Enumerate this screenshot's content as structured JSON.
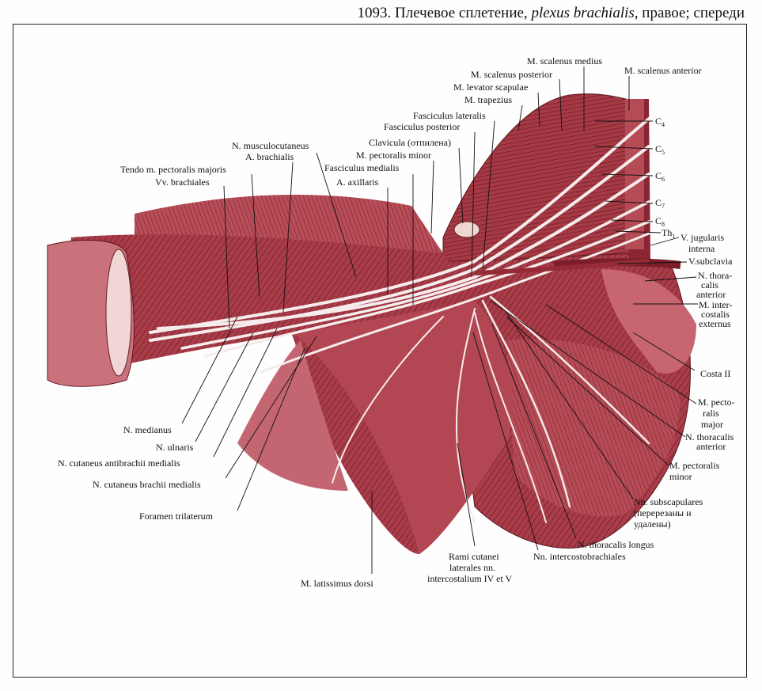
{
  "caption": {
    "number": "1093.",
    "title_ru": "Плечевое сплетение,",
    "title_latin": "plexus brachialis,",
    "suffix": "правое; спереди"
  },
  "labels": {
    "scalenus_medius": "M. scalenus medius",
    "scalenus_anterior": "M. scalenus anterior",
    "scalenus_posterior": "M. scalenus posterior",
    "levator_scapulae": "M. levator scapulae",
    "trapezius": "M. trapezius",
    "fasciculus_lateralis": "Fasciculus lateralis",
    "fasciculus_posterior": "Fasciculus posterior",
    "clavicula": "Clavicula (отпилена)",
    "pectoralis_minor_top": "M. pectoralis minor",
    "fasciculus_medialis": "Fasciculus medialis",
    "axillaris": "A. axillaris",
    "musculocutaneus": "N. musculocutaneus",
    "brachialis": "A. brachialis",
    "tendo_pectoralis": "Tendo m. pectoralis majoris",
    "vv_brachiales": "Vv. brachiales",
    "c4": "C",
    "c4_sub": "4",
    "c5": "C",
    "c5_sub": "5",
    "c6": "C",
    "c6_sub": "6",
    "c7": "C",
    "c7_sub": "7",
    "c8": "C",
    "c8_sub": "8",
    "th1": "Th",
    "th1_sub": "1",
    "jugularis_1": "V. jugularis",
    "jugularis_2": "interna",
    "subclavia": "V.subclavia",
    "thoracalis_anterior_1a": "N. thora-",
    "thoracalis_anterior_1b": "calis",
    "thoracalis_anterior_1c": "anterior",
    "intercostalis_1": "M. inter-",
    "intercostalis_2": "costalis",
    "intercostalis_3": "externus",
    "costa_ii": "Costa II",
    "pectoralis_major_1": "M. pecto-",
    "pectoralis_major_2": "ralis",
    "pectoralis_major_3": "major",
    "thoracalis_anterior_2a": "N. thoracalis",
    "thoracalis_anterior_2b": "anterior",
    "pectoralis_minor_1": "M. pectoralis",
    "pectoralis_minor_2": "minor",
    "subscapulares_1": "Nn. subscapulares",
    "subscapulares_2": "(перерезаны и",
    "subscapulares_3": "удалены)",
    "thoracalis_longus": "N. thoracalis longus",
    "intercostobrachiales": "Nn. intercostobrachiales",
    "rami_1": "Rami cutanei",
    "rami_2": "laterales nn.",
    "rami_3": "intercostalium IV et V",
    "latissimus": "M. latissimus dorsi",
    "foramen": "Foramen trilaterum",
    "cut_brachii": "N. cutaneus brachii medialis",
    "cut_antibrachii": "N. cutaneus antibrachii medialis",
    "ulnaris": "N. ulnaris",
    "medianus": "N. medianus"
  },
  "colors": {
    "muscle_dark": "#8e2a35",
    "muscle_mid": "#b54a55",
    "muscle_light": "#d9868c",
    "skin": "#e4a1a2",
    "nerve": "#f6ecec",
    "ink": "#111111"
  }
}
